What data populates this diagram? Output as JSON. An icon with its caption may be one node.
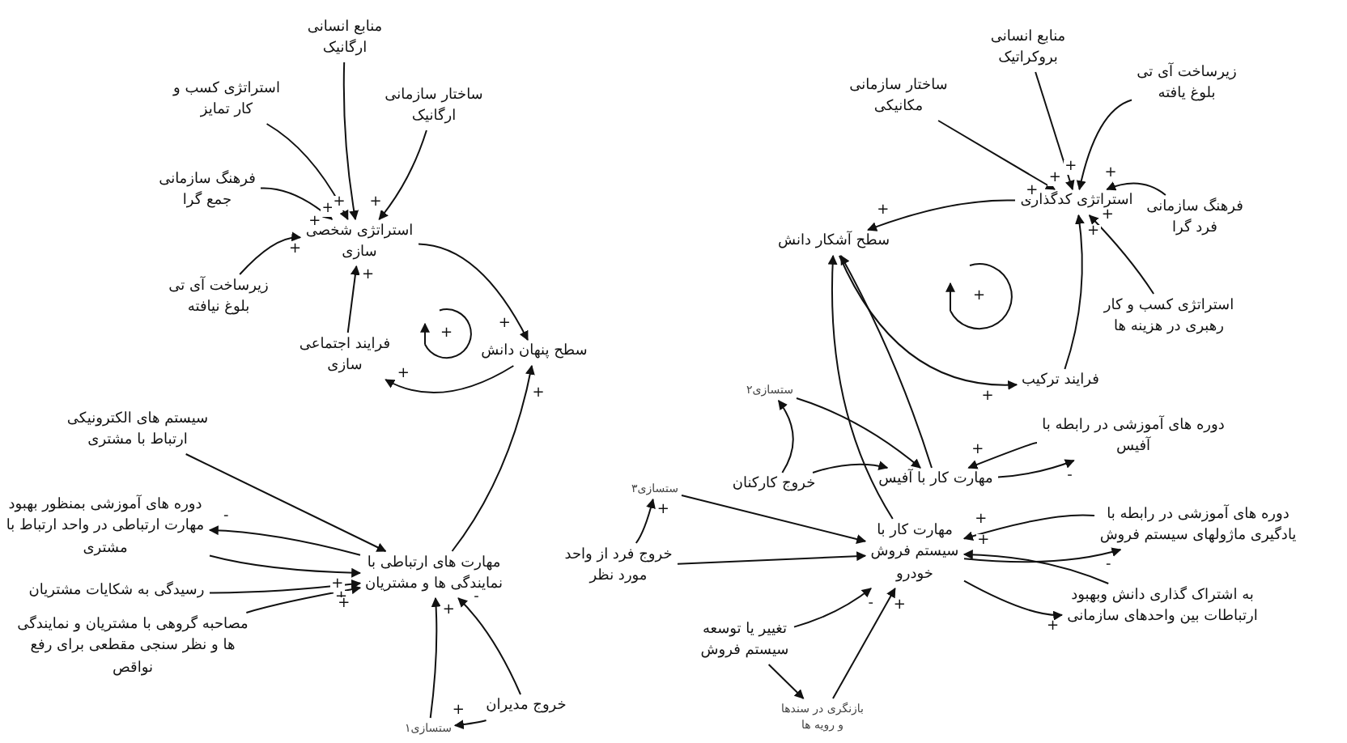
{
  "diagram": {
    "nodes": [
      {
        "text": [
          "استراتژی کسب و کار تمایز"
        ]
      },
      {
        "text": [
          "منابع انسانی ارگانیک"
        ]
      },
      {
        "text": [
          "ساختار سازمانی ارگانیک"
        ]
      },
      {
        "text": [
          "فرهنگ سازمانی جمع گرا"
        ]
      },
      {
        "text": [
          "استراتژی شخصی سازی"
        ]
      },
      {
        "text": [
          "زیرساخت آی تی بلوغ نیافته"
        ]
      },
      {
        "text": [
          "فرایند اجتماعی سازی"
        ]
      },
      {
        "text": [
          "سطح پنهان دانش"
        ]
      },
      {
        "text": [
          "منابع انسانی بروکراتیک"
        ]
      },
      {
        "text": [
          "ساختار سازمانی مکانیکی"
        ]
      },
      {
        "text": [
          "زیرساخت آی تی بلوغ یافته"
        ]
      },
      {
        "text": [
          "استراتژی کدگذاری"
        ]
      },
      {
        "text": [
          "فرهنگ سازمانی فرد گرا"
        ]
      },
      {
        "text": [
          "سطح آشکار دانش"
        ]
      },
      {
        "text": [
          "استراتژی کسب و کار رهبری در هزینه ها"
        ]
      },
      {
        "text": [
          "فرایند ترکیب"
        ]
      },
      {
        "text": [
          "سیستم های الکترونیکی ارتباط با مشتری"
        ]
      },
      {
        "text": [
          "دوره های آموزشی بمنظور بهبود مهارت ارتباطی در واحد ارتباط با مشتری"
        ]
      },
      {
        "text": [
          "مهارت های ارتباطی با نمایندگی ها و مشتریان"
        ]
      },
      {
        "text": [
          "رسیدگی به شکایات مشتریان"
        ]
      },
      {
        "text": [
          "مصاحبه گروهی با مشتریان و نمایندگی ها و نظر سنجی مقطعی برای رفع نواقص"
        ]
      },
      {
        "text": [
          "خروج مدیران"
        ]
      },
      {
        "text": [
          "ستسازی۱"
        ]
      },
      {
        "text": [
          "ستسازی۲"
        ]
      },
      {
        "text": [
          "خروج کارکنان"
        ]
      },
      {
        "text": [
          "مهارت کار با آفیس"
        ]
      },
      {
        "text": [
          "دوره های آموزشی در رابطه با آفیس"
        ]
      },
      {
        "text": [
          "ستسازی۳"
        ]
      },
      {
        "text": [
          "مهارت کار با سیستم فروش خودرو"
        ]
      },
      {
        "text": [
          "خروج فرد از واحد مورد نظر"
        ]
      },
      {
        "text": [
          "تغییر یا توسعه سیستم فروش"
        ]
      },
      {
        "text": [
          "بازنگری در سندها و رویه ها"
        ]
      },
      {
        "text": [
          "دوره های آموزشی در رابطه با یادگیری ماژولهای سیستم فروش"
        ]
      },
      {
        "text": [
          "به اشتراک گذاری دانش وبهبود ارتباطات بین واحدهای سازمانی"
        ]
      }
    ],
    "edges": [
      {
        "from": 0,
        "to": 4,
        "arrow": "to",
        "label": "+"
      },
      {
        "from": 1,
        "to": 4,
        "arrow": "to",
        "label": "+"
      },
      {
        "from": 2,
        "to": 4,
        "arrow": "to",
        "label": "+"
      },
      {
        "from": 3,
        "to": 4,
        "arrow": "to",
        "label": "+"
      },
      {
        "from": 5,
        "to": 4,
        "arrow": "to",
        "label": "+"
      },
      {
        "from": 6,
        "to": 4,
        "arrow": "to",
        "label": "+"
      },
      {
        "from": 4,
        "to": 7,
        "arrow": "to",
        "label": "+"
      },
      {
        "from": 7,
        "to": 6,
        "arrow": "to",
        "label": "+"
      },
      {
        "from": 18,
        "to": 7,
        "arrow": "to",
        "label": "+"
      },
      {
        "from": 9,
        "to": 11,
        "arrow": "to",
        "label": "+"
      },
      {
        "from": 8,
        "to": 11,
        "arrow": "to",
        "label": "+"
      },
      {
        "from": 10,
        "to": 11,
        "arrow": "to",
        "label": "+"
      },
      {
        "from": 12,
        "to": 11,
        "arrow": "to",
        "label": "+"
      },
      {
        "from": 14,
        "to": 11,
        "arrow": "to",
        "label": "+"
      },
      {
        "from": 15,
        "to": 11,
        "arrow": "to",
        "label": "+"
      },
      {
        "from": 11,
        "to": 13,
        "arrow": "to",
        "label": "+"
      },
      {
        "from": 13,
        "to": 15,
        "arrow": "to",
        "label": "+"
      },
      {
        "from": 25,
        "to": 13,
        "arrow": "to"
      },
      {
        "from": 28,
        "to": 13,
        "arrow": "to"
      },
      {
        "from": 23,
        "to": 25,
        "arrow": "to"
      },
      {
        "from": 24,
        "to": 25,
        "arrow": "to"
      },
      {
        "from": 24,
        "to": 23,
        "arrow": "to"
      },
      {
        "from": 26,
        "to": 25,
        "arrow": "to",
        "label": "+"
      },
      {
        "from": 25,
        "to": 26,
        "arrow": "to",
        "label": "-"
      },
      {
        "from": 27,
        "to": 28,
        "arrow": "to"
      },
      {
        "from": 29,
        "to": 27,
        "arrow": "to",
        "label": "+"
      },
      {
        "from": 29,
        "to": 28,
        "arrow": "to"
      },
      {
        "from": 30,
        "to": 28,
        "arrow": "to",
        "label": "-"
      },
      {
        "from": 31,
        "to": 28,
        "arrow": "to",
        "label": "+"
      },
      {
        "from": 30,
        "to": 31,
        "arrow": "to"
      },
      {
        "from": 32,
        "to": 28,
        "arrow": "to",
        "label": "+"
      },
      {
        "from": 28,
        "to": 32,
        "arrow": "to",
        "label": "-"
      },
      {
        "from": 33,
        "to": 28,
        "arrow": "to",
        "label": "+"
      },
      {
        "from": 28,
        "to": 33,
        "arrow": "to",
        "label": "+"
      },
      {
        "from": 16,
        "to": 18,
        "arrow": "to"
      },
      {
        "from": 17,
        "to": 18,
        "arrow": "to",
        "label": "+"
      },
      {
        "from": 18,
        "to": 17,
        "arrow": "to",
        "label": "-"
      },
      {
        "from": 19,
        "to": 18,
        "arrow": "to",
        "label": "+"
      },
      {
        "from": 20,
        "to": 18,
        "arrow": "to",
        "label": "+"
      },
      {
        "from": 21,
        "to": 18,
        "arrow": "to",
        "label": "-"
      },
      {
        "from": 21,
        "to": 22,
        "arrow": "to",
        "label": "+"
      },
      {
        "from": 22,
        "to": 18,
        "arrow": "to",
        "label": "+"
      }
    ],
    "labels": [
      "+",
      "+"
    ]
  }
}
